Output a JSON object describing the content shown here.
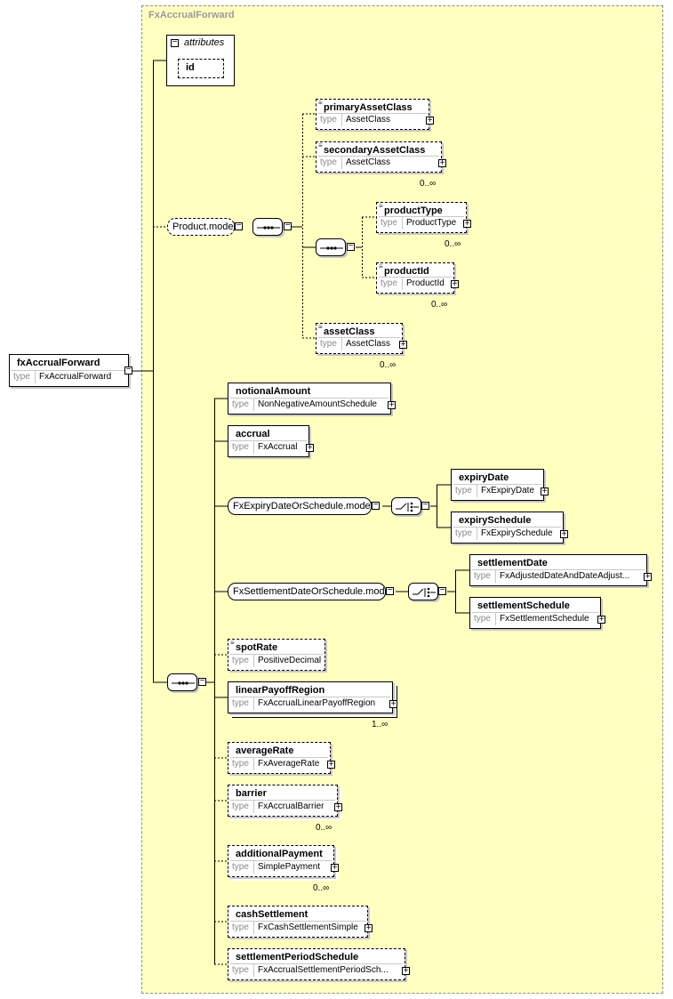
{
  "container_title": "FxAccrualForward",
  "root": {
    "name": "fxAccrualForward",
    "type_key": "type",
    "type": "FxAccrualForward"
  },
  "attributes": {
    "title": "attributes",
    "items": [
      "id"
    ]
  },
  "groups": {
    "product_model": "Product.model",
    "fx_expiry": "FxExpiryDateOrSchedule.model",
    "fx_settlement": "FxSettlementDateOrSchedule.model"
  },
  "elements": [
    {
      "name": "primaryAssetClass",
      "type": "AssetClass",
      "card": ""
    },
    {
      "name": "secondaryAssetClass",
      "type": "AssetClass",
      "card": "0..∞"
    },
    {
      "name": "productType",
      "type": "ProductType",
      "card": "0..∞"
    },
    {
      "name": "productId",
      "type": "ProductId",
      "card": "0..∞"
    },
    {
      "name": "assetClass",
      "type": "AssetClass",
      "card": "0..∞"
    },
    {
      "name": "notionalAmount",
      "type": "NonNegativeAmountSchedule",
      "card": ""
    },
    {
      "name": "accrual",
      "type": "FxAccrual",
      "card": ""
    },
    {
      "name": "expiryDate",
      "type": "FxExpiryDate",
      "card": ""
    },
    {
      "name": "expirySchedule",
      "type": "FxExpirySchedule",
      "card": ""
    },
    {
      "name": "settlementDate",
      "type": "FxAdjustedDateAndDateAdjust...",
      "card": ""
    },
    {
      "name": "settlementSchedule",
      "type": "FxSettlementSchedule",
      "card": ""
    },
    {
      "name": "spotRate",
      "type": "PositiveDecimal",
      "card": ""
    },
    {
      "name": "linearPayoffRegion",
      "type": "FxAccrualLinearPayoffRegion",
      "card": "1..∞"
    },
    {
      "name": "averageRate",
      "type": "FxAverageRate",
      "card": ""
    },
    {
      "name": "barrier",
      "type": "FxAccrualBarrier",
      "card": "0..∞"
    },
    {
      "name": "additionalPayment",
      "type": "SimplePayment",
      "card": "0..∞"
    },
    {
      "name": "cashSettlement",
      "type": "FxCashSettlementSimple",
      "card": ""
    },
    {
      "name": "settlementPeriodSchedule",
      "type": "FxAccrualSettlementPeriodSch...",
      "card": ""
    }
  ],
  "type_key": "type",
  "symbols": {
    "collapse": "−",
    "expand": "+"
  },
  "icons": {
    "sequence": "sequence-compositor-icon",
    "choice": "choice-compositor-icon"
  },
  "colors": {
    "background": "#ffffc0",
    "border": "#000000",
    "shadow": "#c8c8c8",
    "muted": "#8a8a8a"
  }
}
